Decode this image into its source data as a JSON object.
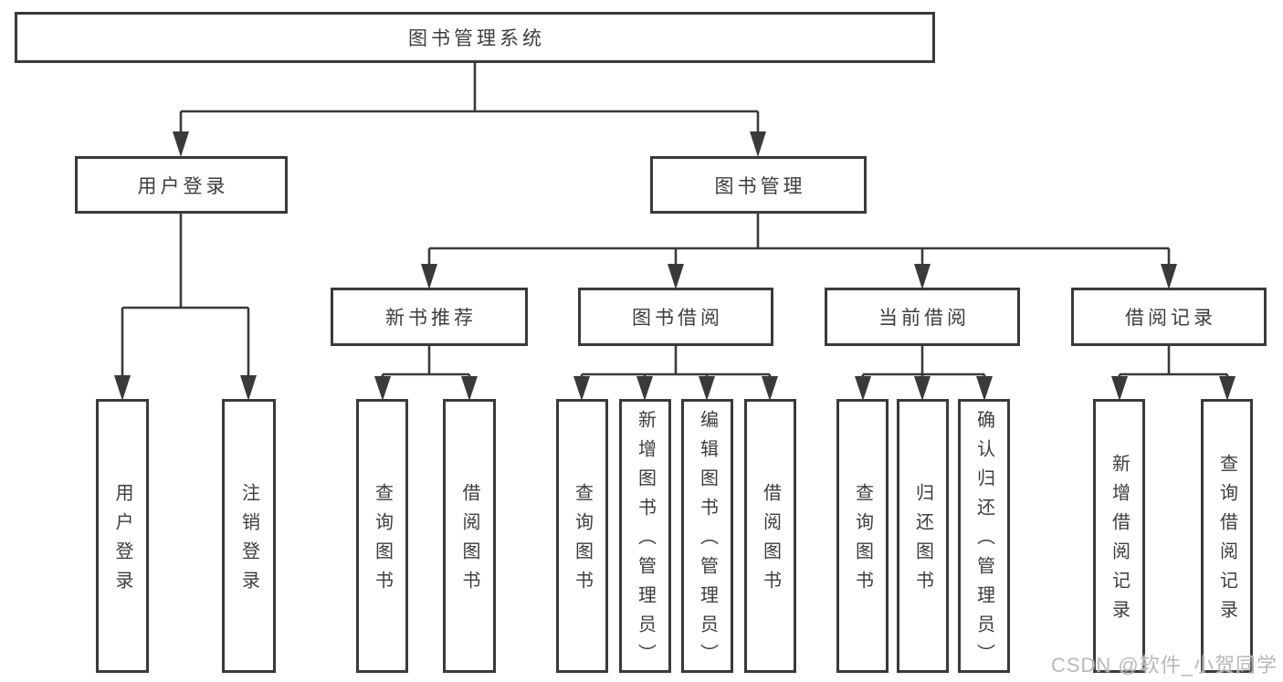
{
  "diagram_type": "hierarchy-tree",
  "watermark": "CSDN @软件_小贺同学",
  "colors": {
    "line": "#3a3a3a",
    "text": "#3d3d3d",
    "watermark": "#b8b8b8",
    "background": "#ffffff"
  },
  "tree": {
    "root": {
      "label": "图书管理系统",
      "children": [
        {
          "label": "用户登录",
          "children": [
            {
              "label": "用户登录"
            },
            {
              "label": "注销登录"
            }
          ]
        },
        {
          "label": "图书管理",
          "children": [
            {
              "label": "新书推荐",
              "children": [
                {
                  "label": "查询图书"
                },
                {
                  "label": "借阅图书"
                }
              ]
            },
            {
              "label": "图书借阅",
              "children": [
                {
                  "label": "查询图书"
                },
                {
                  "label": "新增图书（管理员）"
                },
                {
                  "label": "编辑图书（管理员）"
                },
                {
                  "label": "借阅图书"
                }
              ]
            },
            {
              "label": "当前借阅",
              "children": [
                {
                  "label": "查询图书"
                },
                {
                  "label": "归还图书"
                },
                {
                  "label": "确认归还（管理员）"
                }
              ]
            },
            {
              "label": "借阅记录",
              "children": [
                {
                  "label": "新增借阅记录"
                },
                {
                  "label": "查询借阅记录"
                }
              ]
            }
          ]
        }
      ]
    }
  }
}
